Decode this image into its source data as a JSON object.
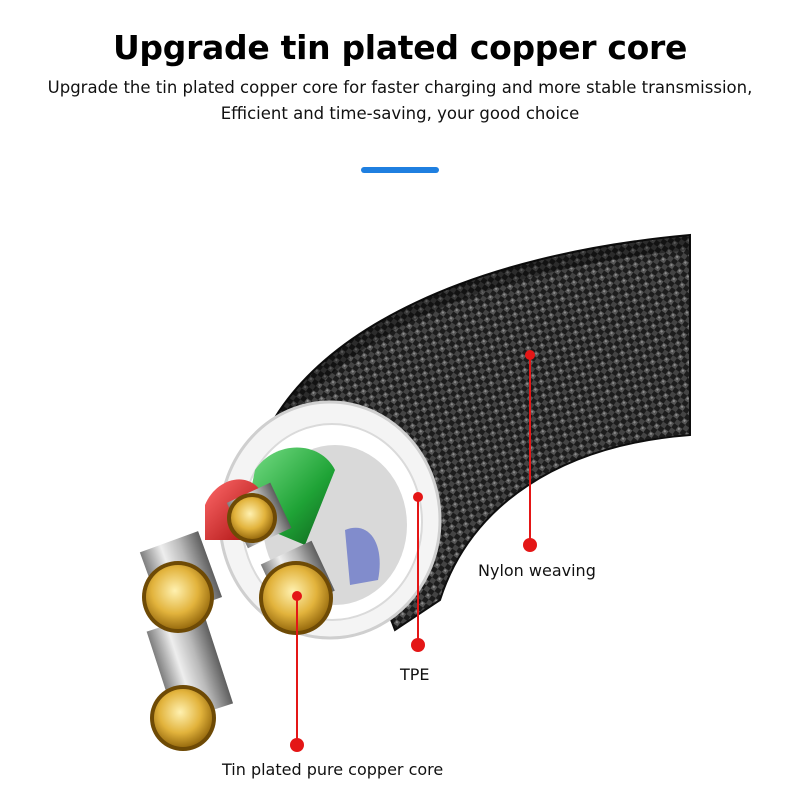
{
  "header": {
    "title": "Upgrade tin plated copper core",
    "subtitle_line1": "Upgrade the tin plated copper core for faster charging and more stable transmission,",
    "subtitle_line2": "Efficient and time-saving, your good choice"
  },
  "callouts": {
    "nylon": "Nylon weaving",
    "tpe": "TPE",
    "copper": "Tin plated pure copper core"
  },
  "colors": {
    "accent": "#1f7fe0",
    "marker": "#e41616",
    "braid": "#2a2a2a",
    "copper": "#d4a62a",
    "wire_red": "#e21a1a",
    "wire_green": "#1fb13a"
  },
  "illustration": "braided-cable-cross-section"
}
